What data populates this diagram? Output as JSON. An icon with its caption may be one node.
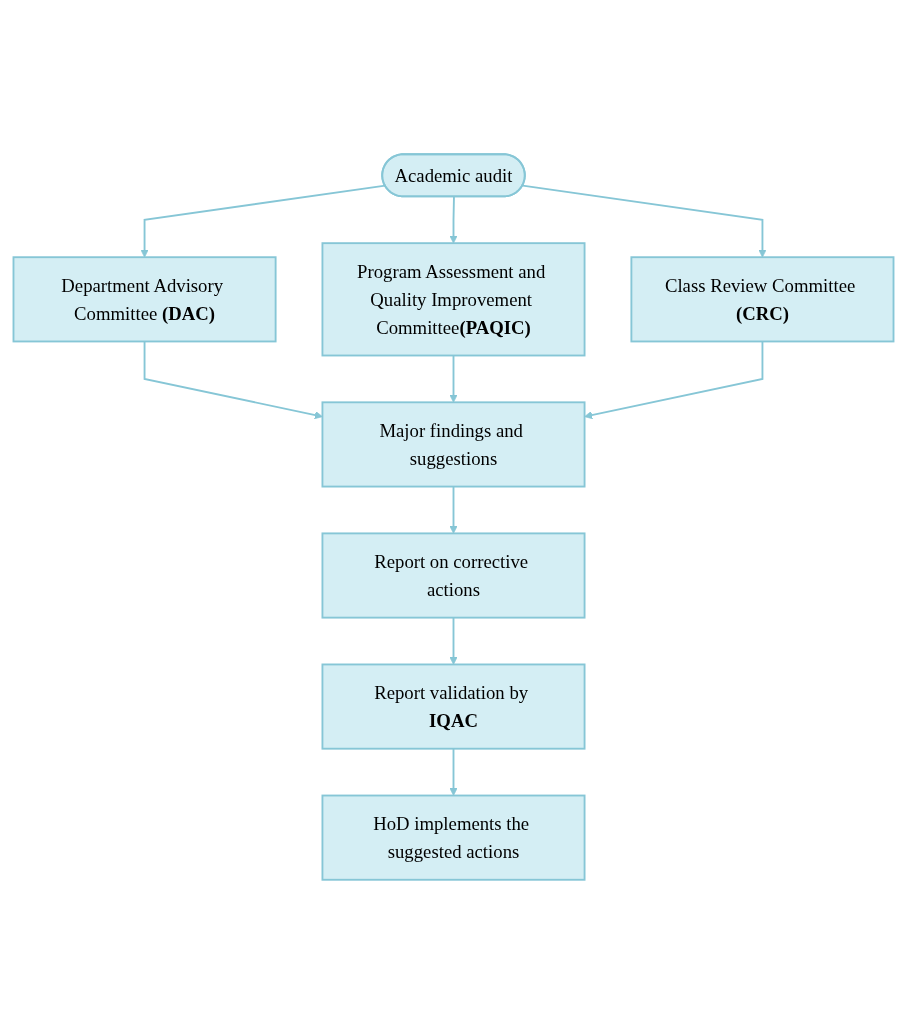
{
  "diagram": {
    "nodes": [
      {
        "text": [
          "Academic audit"
        ]
      },
      {
        "text": [
          "Department Advisory Committee **(DAC)**"
        ]
      },
      {
        "text": [
          "Program Assessment and Quality Improvement Committee**(PAQIC)**"
        ]
      },
      {
        "text": [
          "Class Review Committee **(CRC)**"
        ]
      },
      {
        "text": [
          "Major findings and suggestions"
        ]
      },
      {
        "text": [
          "Report on corrective actions"
        ]
      },
      {
        "text": [
          "Report validation by **IQAC**"
        ]
      },
      {
        "text": [
          "HoD implements the suggested actions"
        ]
      }
    ],
    "edges": [
      {
        "from": 0,
        "to": 1,
        "arrow": "to"
      },
      {
        "from": 0,
        "to": 2,
        "arrow": "to"
      },
      {
        "from": 0,
        "to": 3,
        "arrow": "to"
      },
      {
        "from": 1,
        "to": 4,
        "arrow": "to"
      },
      {
        "from": 2,
        "to": 4,
        "arrow": "to"
      },
      {
        "from": 3,
        "to": 4,
        "arrow": "to"
      },
      {
        "from": 4,
        "to": 5,
        "arrow": "to"
      },
      {
        "from": 5,
        "to": 6,
        "arrow": "to"
      },
      {
        "from": 6,
        "to": 7,
        "arrow": "to"
      }
    ]
  }
}
